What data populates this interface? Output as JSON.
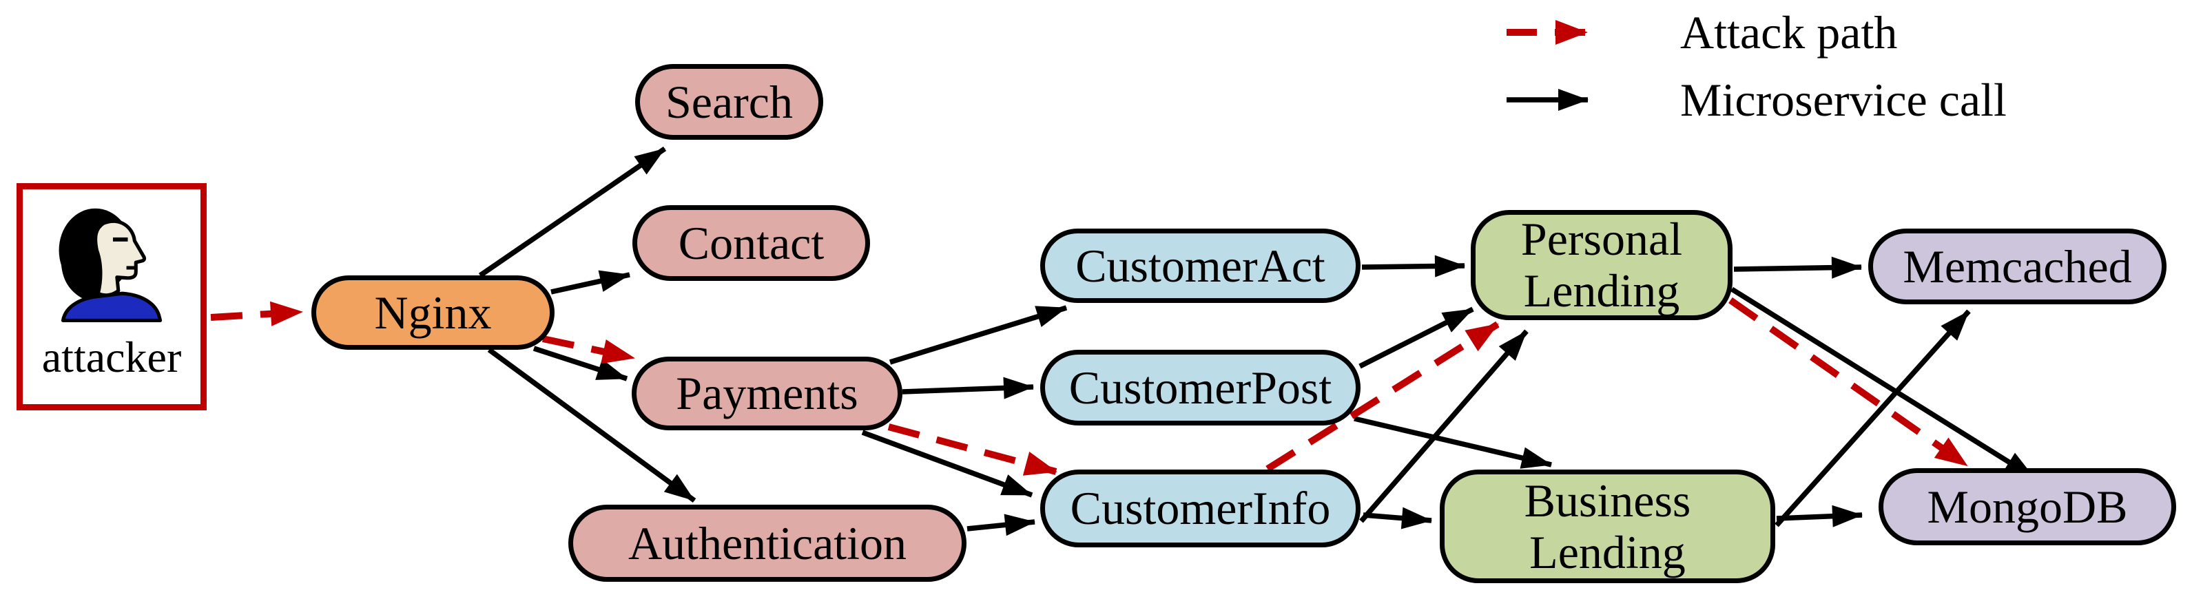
{
  "figure": {
    "type": "microservice-attack-graph",
    "description_colors": {
      "attack_red": "#C00000",
      "call_black": "#000000",
      "gateway_orange": "#F2A25F",
      "frontend_pink": "#DFABA7",
      "customer_blue": "#BCDCE8",
      "lending_green": "#C6D69F",
      "datastore_purple": "#CDC5DB"
    }
  },
  "legend": {
    "items": [
      {
        "id": "attack-path",
        "label": "Attack path",
        "line_style": "dashed",
        "color": "#C00000"
      },
      {
        "id": "microservice-call",
        "label": "Microservice call",
        "line_style": "solid",
        "color": "#000000"
      }
    ]
  },
  "actor": {
    "id": "attacker",
    "label": "attacker",
    "border_color": "#C00000"
  },
  "nodes": {
    "nginx": {
      "label": "Nginx",
      "fill": "#F2A25F"
    },
    "search": {
      "label": "Search",
      "fill": "#DFABA7"
    },
    "contact": {
      "label": "Contact",
      "fill": "#DFABA7"
    },
    "payments": {
      "label": "Payments",
      "fill": "#DFABA7"
    },
    "authentication": {
      "label": "Authentication",
      "fill": "#DFABA7"
    },
    "customer_act": {
      "label": "CustomerAct",
      "fill": "#BCDCE8"
    },
    "customer_post": {
      "label": "CustomerPost",
      "fill": "#BCDCE8"
    },
    "customer_info": {
      "label": "CustomerInfo",
      "fill": "#BCDCE8"
    },
    "personal_lending": {
      "label": "Personal\nLending",
      "fill": "#C6D69F"
    },
    "business_lending": {
      "label": "Business\nLending",
      "fill": "#C6D69F"
    },
    "memcached": {
      "label": "Memcached",
      "fill": "#CDC5DB"
    },
    "mongodb": {
      "label": "MongoDB",
      "fill": "#CDC5DB"
    }
  },
  "edges": {
    "microservice_calls": [
      {
        "from": "nginx",
        "to": "search"
      },
      {
        "from": "nginx",
        "to": "contact"
      },
      {
        "from": "nginx",
        "to": "payments"
      },
      {
        "from": "nginx",
        "to": "authentication"
      },
      {
        "from": "payments",
        "to": "customer_act"
      },
      {
        "from": "payments",
        "to": "customer_post"
      },
      {
        "from": "payments",
        "to": "customer_info"
      },
      {
        "from": "authentication",
        "to": "customer_info"
      },
      {
        "from": "customer_act",
        "to": "personal_lending"
      },
      {
        "from": "customer_post",
        "to": "personal_lending"
      },
      {
        "from": "customer_post",
        "to": "business_lending"
      },
      {
        "from": "customer_info",
        "to": "personal_lending"
      },
      {
        "from": "customer_info",
        "to": "business_lending"
      },
      {
        "from": "personal_lending",
        "to": "memcached"
      },
      {
        "from": "personal_lending",
        "to": "mongodb"
      },
      {
        "from": "business_lending",
        "to": "memcached"
      },
      {
        "from": "business_lending",
        "to": "mongodb"
      }
    ],
    "attack_path": [
      {
        "from": "attacker",
        "to": "nginx"
      },
      {
        "from": "nginx",
        "to": "payments"
      },
      {
        "from": "payments",
        "to": "customer_info"
      },
      {
        "from": "customer_info",
        "to": "personal_lending"
      },
      {
        "from": "personal_lending",
        "to": "mongodb"
      }
    ]
  }
}
